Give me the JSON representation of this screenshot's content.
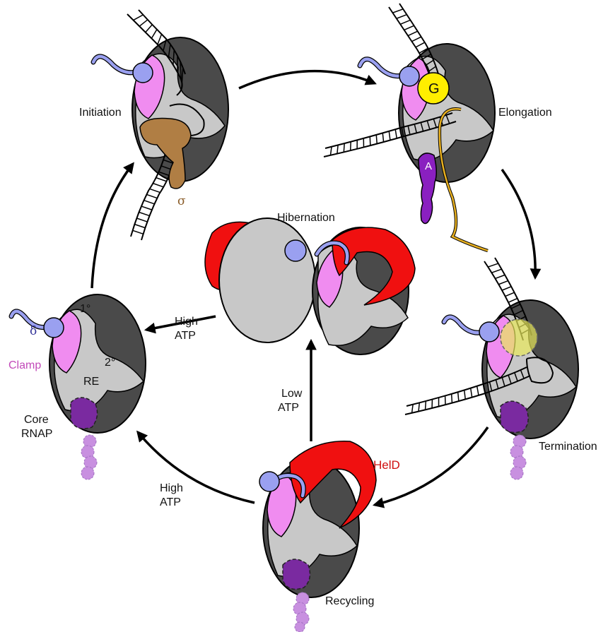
{
  "stages": {
    "initiation": "Initiation",
    "elongation": "Elongation",
    "termination": "Termination",
    "recycling": "Recycling",
    "hibernation": "Hibernation"
  },
  "arrows": {
    "high_atp_upper": [
      "High",
      "ATP"
    ],
    "high_atp_lower": [
      "High",
      "ATP"
    ],
    "low_atp": [
      "Low",
      "ATP"
    ]
  },
  "core_labels": {
    "delta": "δ",
    "primary_channel": "1°",
    "secondary_channel": "2°",
    "clamp": "Clamp",
    "re": "RE",
    "core_rnap": [
      "Core",
      "RNAP"
    ]
  },
  "factors": {
    "sigma": "σ",
    "gre": "G",
    "a": "A",
    "held": "HelD"
  },
  "colors": {
    "rnap_dark": "#4a4a4a",
    "rnap_grey": "#c8c8c8",
    "clamp": "#f08cf0",
    "delta": "#9aa0f0",
    "sigma": "#b07e44",
    "held": "#f01010",
    "gre": "#ffee00",
    "a_factor": "#8a20c0",
    "rna": "#e8b020"
  }
}
